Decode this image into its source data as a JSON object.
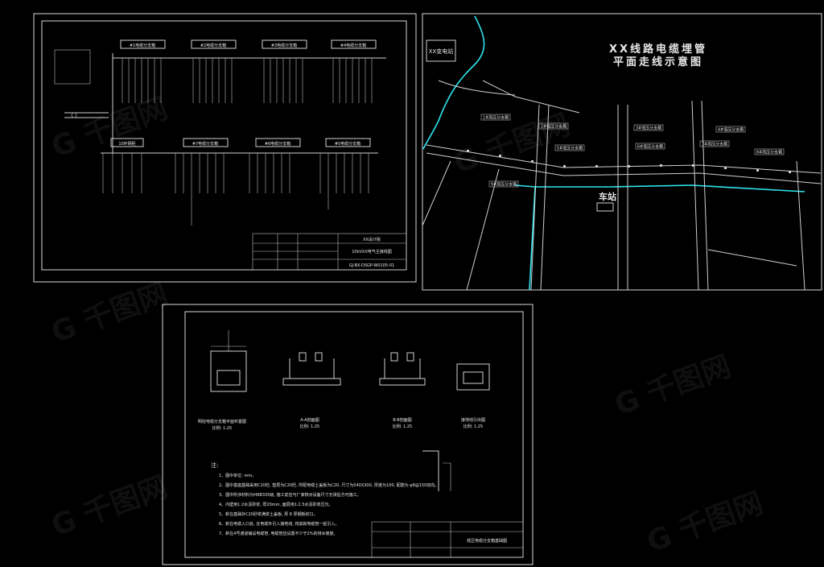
{
  "sheet1": {
    "boxes": [
      "#1电缆分支箱",
      "#2电缆分支箱",
      "#3电缆分支箱",
      "#4电缆分支箱",
      "10环网柜",
      "#7电缆分支箱",
      "#6电缆分支箱",
      "#5电缆分支箱"
    ],
    "drawing_title": "10kVXX电气主接线图",
    "drawing_no": "GJ-BX-DSGP-W0105-01",
    "company": "XX设计院"
  },
  "sheet2": {
    "title_line1": "XX线路电缆埋管",
    "title_line2": "平面走线示意图",
    "substation": "XX变电站",
    "station": "车站",
    "branch_tags": [
      "1#高压分支箱",
      "2#低压分支箱",
      "3#低压分支箱",
      "4#低压分支箱",
      "5#低压分支箱",
      "6#低压分支箱",
      "7#高压分支箱",
      "8#高压分支箱",
      "9#高压分支箱"
    ]
  },
  "sheet3": {
    "detail_captions": [
      "明挖电缆分支箱平面布置图",
      "A-A剖面图",
      "B-B剖面图",
      "接地线引出图"
    ],
    "scale": "比例: 1:25",
    "notes_title": "注:",
    "notes": [
      "1、图中单位: mm。",
      "2、图中基座基础采用C20砼, 垫层为C20砼, 所配电缆土盖板为C20, 尺寸为540X300, 厚度为100, 配筋为 φ8@150双向。",
      "3、图中所涉材料为HRB335级, 施工前应与厂家核对设备尺寸无误后方可施工。",
      "4、内壁用1:2水泥砂浆, 厚20mm, 面层用1:2.5水泥砂浆压光。",
      "5、新在基础外C20砂浆满浆土盖板, 厚 8 厚钢板封口。",
      "6、新在电缆入口处, 在电缆外引入接地线, 将其和电缆管一起引入。",
      "7、新在4号通道铺设电缆管, 电缆管应设置不少于2%的排水坡度。"
    ],
    "drawing_title": "低压电缆分支箱基础图"
  }
}
